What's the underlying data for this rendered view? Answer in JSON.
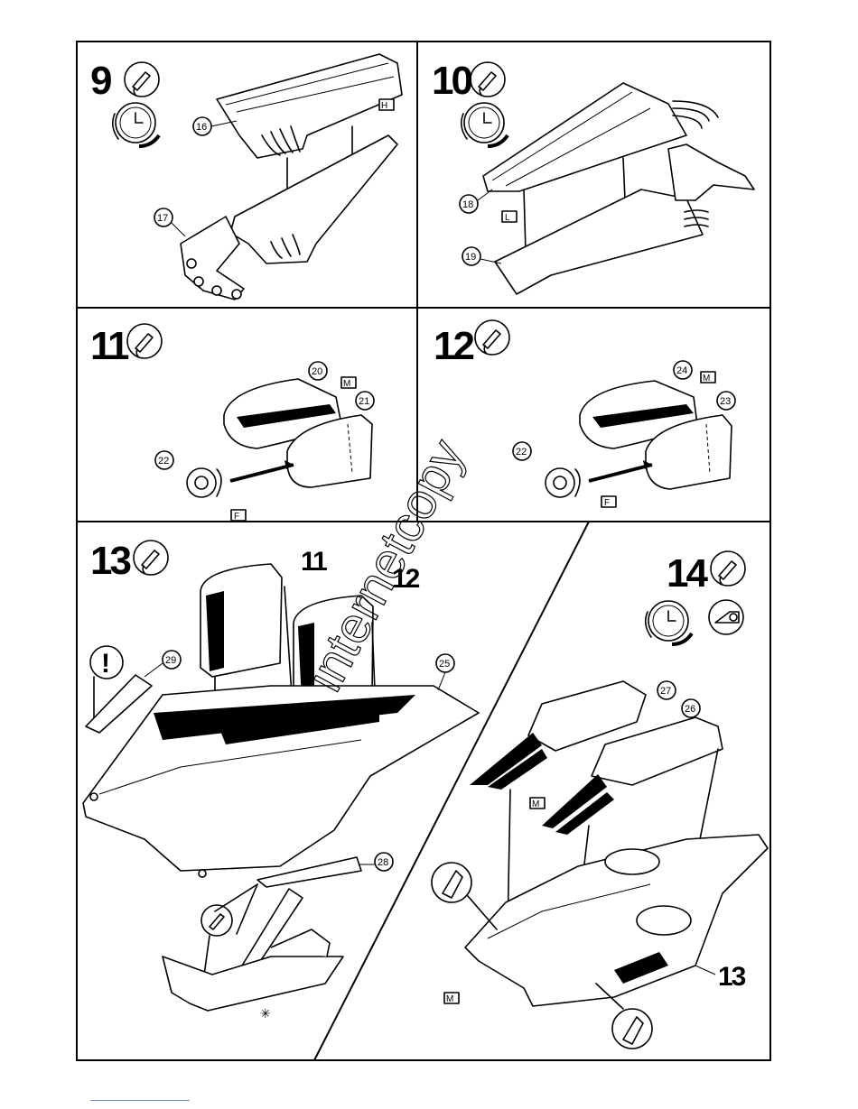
{
  "steps": [
    {
      "number": "9",
      "callouts": [
        "16",
        "17"
      ],
      "flags": [
        "H"
      ]
    },
    {
      "number": "10",
      "callouts": [
        "18",
        "19"
      ],
      "flags": [
        "L"
      ]
    },
    {
      "number": "11",
      "callouts": [
        "20",
        "21",
        "22"
      ],
      "flags": [
        "M",
        "F"
      ]
    },
    {
      "number": "12",
      "callouts": [
        "24",
        "23",
        "22"
      ],
      "flags": [
        "M",
        "F"
      ]
    },
    {
      "number": "13",
      "callouts": [
        "29",
        "25",
        "28"
      ],
      "flags": [],
      "subassemblies": [
        "11",
        "12"
      ]
    },
    {
      "number": "14",
      "callouts": [
        "27",
        "26"
      ],
      "flags": [
        "M",
        "M"
      ],
      "subassemblies": [
        "13"
      ]
    }
  ],
  "icons": {
    "glue": "glue-tube-icon",
    "clock": "drying-time-clock-icon",
    "warning": "exclamation-warning-icon",
    "tape": "tape-icon",
    "cutter": "cutting-knife-icon"
  },
  "watermark": "internetcopy",
  "note_symbol": "✳"
}
